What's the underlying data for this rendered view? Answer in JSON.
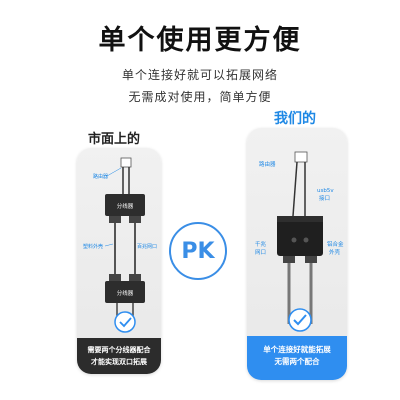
{
  "headline": "单个使用更方便",
  "subline_1": "单个连接好就可以拓展网络",
  "subline_2": "无需成对使用，简单方便",
  "left": {
    "title": "市面上的",
    "router_label": "路由器",
    "splitter_label_1": "分线器",
    "splitter_label_2": "分线器",
    "plastic_label": "塑料外壳",
    "port_label": "百兆网口",
    "caption_1": "需要两个分线器配合",
    "caption_2": "才能实现双口拓展"
  },
  "right": {
    "title": "我们的",
    "router_label": "路由器",
    "usb_label": "usb5v",
    "usb_label_2": "接口",
    "gigabit_label_1": "千兆",
    "gigabit_label_2": "网口",
    "alloy_label_1": "铝合金",
    "alloy_label_2": "外壳",
    "caption_1": "单个连接好就能拓展",
    "caption_2": "无需两个配合"
  },
  "pk": "PK",
  "colors": {
    "accent": "#3a8ee6",
    "caption_dark": "#2c2c2c",
    "caption_blue": "#2f8ef0"
  }
}
